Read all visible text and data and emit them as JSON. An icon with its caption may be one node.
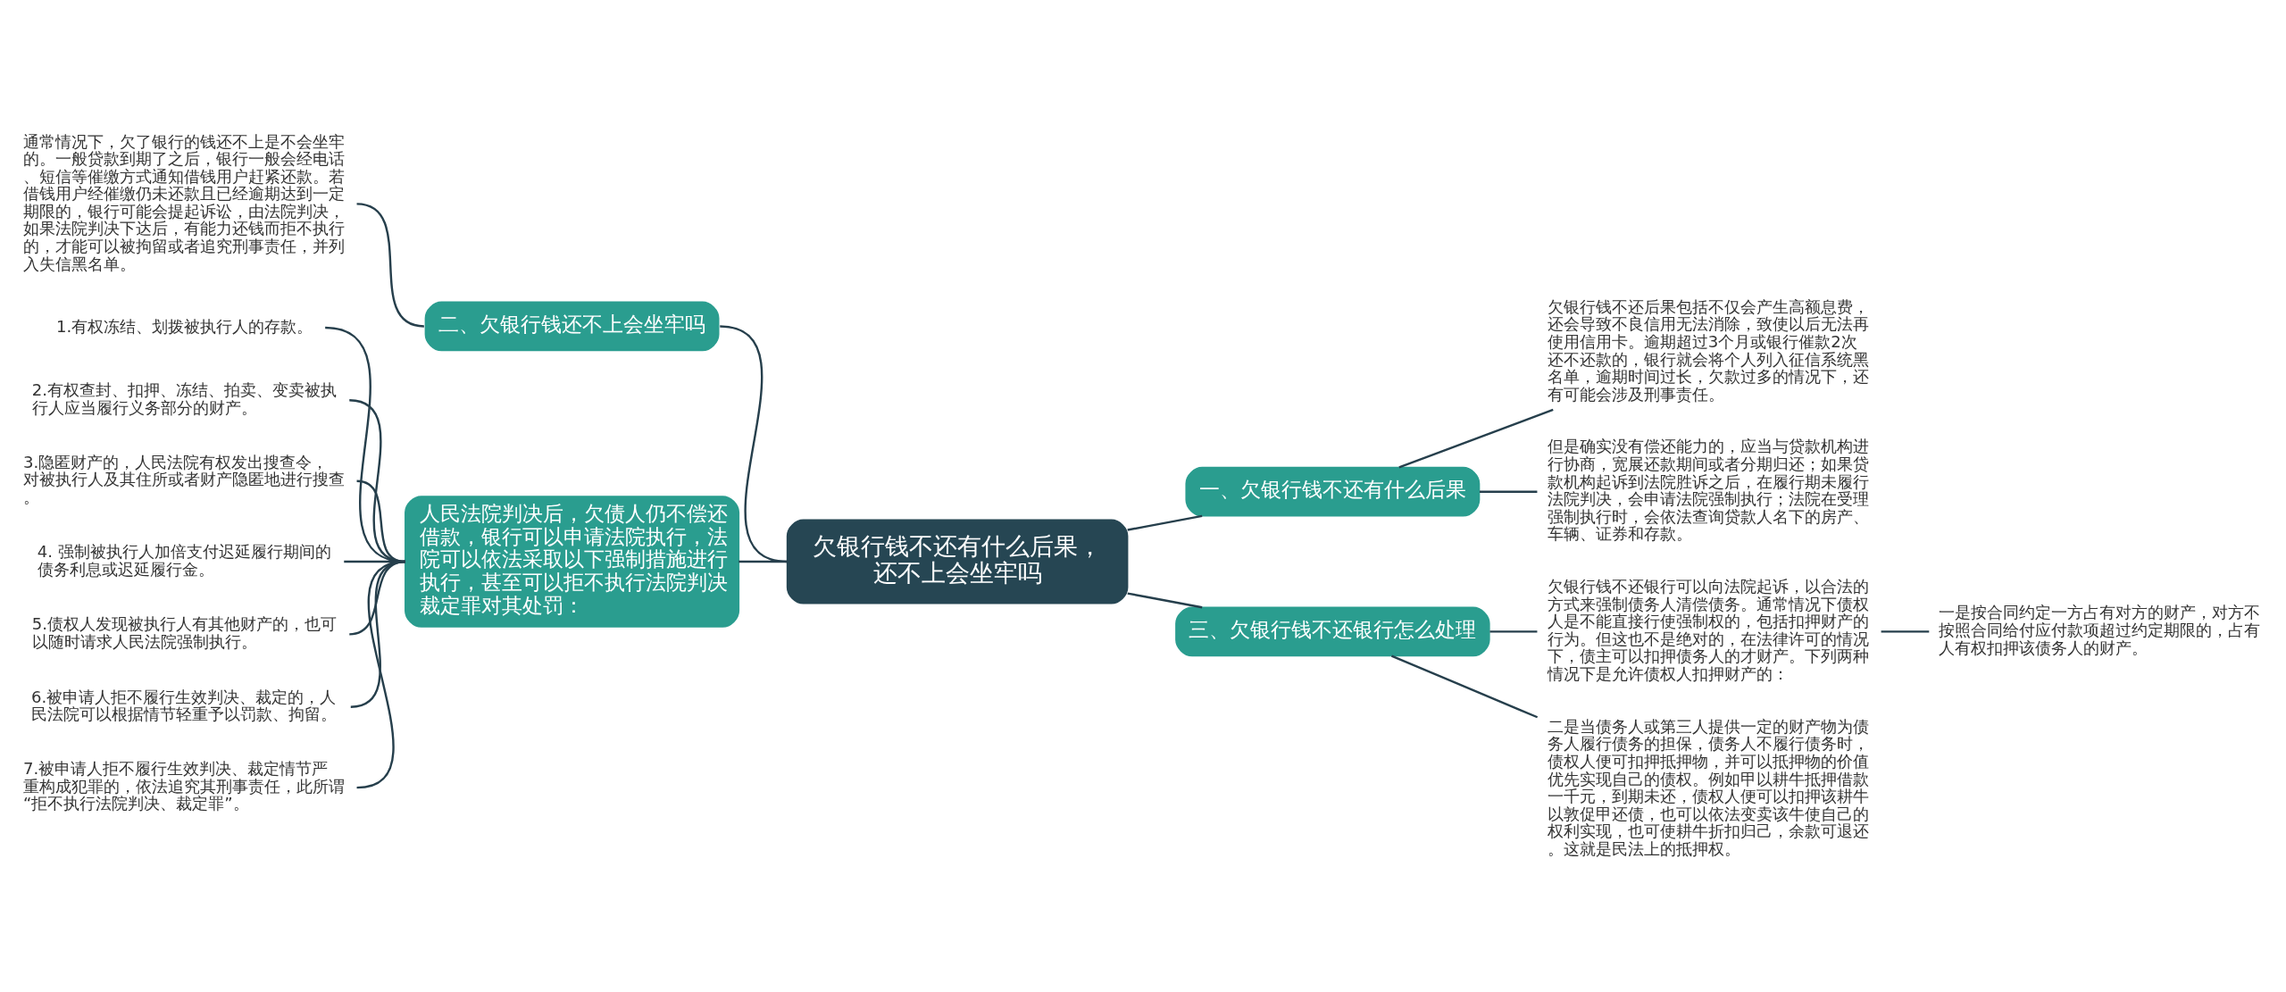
{
  "diagram": {
    "nodes": [
      {
        "text": [
          "欠银行钱不还有什么后果，还不上会坐牢吗"
        ]
      },
      {
        "text": [
          "一、欠银行钱不还有什么后果"
        ]
      },
      {
        "text": [
          "欠银行钱不还后果包括不仅会产生高额息费，还会导致不良信用无法消除，致使以后无法再使用信用卡。逾期超过3个月或银行催款2次还不还款的，银行就会将个人列入征信系统黑名单，逾期时间过长，欠款过多的情况下，还有可能会涉及刑事责任。"
        ]
      },
      {
        "text": [
          "但是确实没有偿还能力的，应当与贷款机构进行协商，宽展还款期间或者分期归还；如果贷款机构起诉到法院胜诉之后，在履行期未履行法院判决，会申请法院强制执行；法院在受理强制执行时，会依法查询贷款人名下的房产、车辆、证券和存款。"
        ]
      },
      {
        "text": [
          "二、欠银行钱还不上会坐牢吗"
        ]
      },
      {
        "text": [
          "通常情况下，欠了银行的钱还不上是不会坐牢的。一般贷款到期了之后，银行一般会经电话、短信等催缴方式通知借钱用户赶紧还款。若借钱用户经催缴仍未还款且已经逾期达到一定期限的，银行可能会提起诉讼，由法院判决，如果法院判决下达后，有能力还钱而拒不执行的，才能可以被拘留或者追究刑事责任，并列入失信黑名单。"
        ]
      },
      {
        "text": [
          "人民法院判决后，欠债人仍不偿还借款，银行可以申请法院执行，法院可以依法采取以下强制措施进行执行，甚至可以拒不执行法院判决裁定罪对其处罚："
        ]
      },
      {
        "text": [
          "1.有权冻结、划拨被执行人的存款。"
        ]
      },
      {
        "text": [
          "2.有权查封、扣押、冻结、拍卖、变卖被执行人应当履行义务部分的财产。"
        ]
      },
      {
        "text": [
          "3.隐匿财产的，人民法院有权发出搜查令，对被执行人及其住所或者财产隐匿地进行搜查。"
        ]
      },
      {
        "text": [
          "4. 强制被执行人加倍支付迟延履行期间的债务利息或迟延履行金。"
        ]
      },
      {
        "text": [
          "5.债权人发现被执行人有其他财产的，也可以随时请求人民法院强制执行。"
        ]
      },
      {
        "text": [
          "6.被申请人拒不履行生效判决、裁定的，人民法院可以根据情节轻重予以罚款、拘留。"
        ]
      },
      {
        "text": [
          "7.被申请人拒不履行生效判决、裁定情节严重构成犯罪的，依法追究其刑事责任，此所谓“拒不执行法院判决、裁定罪”。"
        ]
      },
      {
        "text": [
          "三、欠银行钱不还银行怎么处理"
        ]
      },
      {
        "text": [
          "欠银行钱不还银行可以向法院起诉，以合法的方式来强制债务人清偿债务。通常情况下债权人是不能直接行使强制权的，包括扣押财产的行为。但这也不是绝对的，在法律许可的情况下，债主可以扣押债务人的才财产。下列两种情况下是允许债权人扣押财产的："
        ]
      },
      {
        "text": [
          "二是当债务人或第三人提供一定的财产物为债务人履行债务的担保，债务人不履行债务时，债权人便可扣押抵押物，并可以抵押物的价值优先实现自己的债权。例如甲以耕牛抵押借款一千元，到期未还，债权人便可以扣押该耕牛以敦促甲还债，也可以依法变卖该牛使自己的权利实现，也可使耕牛折扣归己，余款可退还。这就是民法上的抵押权。"
        ]
      },
      {
        "text": [
          "一是按合同约定一方占有对方的财产，对方不按照合同给付应付款项超过约定期限的，占有人有权扣押该债务人的财产。"
        ]
      }
    ],
    "edges": [
      {
        "from": 0,
        "to": 1,
        "arrow": "none"
      },
      {
        "from": 1,
        "to": 2,
        "arrow": "none"
      },
      {
        "from": 1,
        "to": 3,
        "arrow": "none"
      },
      {
        "from": 0,
        "to": 4,
        "arrow": "none"
      },
      {
        "from": 4,
        "to": 5,
        "arrow": "none"
      },
      {
        "from": 0,
        "to": 6,
        "arrow": "none"
      },
      {
        "from": 6,
        "to": 7,
        "arrow": "none"
      },
      {
        "from": 6,
        "to": 8,
        "arrow": "none"
      },
      {
        "from": 6,
        "to": 9,
        "arrow": "none"
      },
      {
        "from": 6,
        "to": 10,
        "arrow": "none"
      },
      {
        "from": 6,
        "to": 11,
        "arrow": "none"
      },
      {
        "from": 6,
        "to": 12,
        "arrow": "none"
      },
      {
        "from": 6,
        "to": 13,
        "arrow": "none"
      },
      {
        "from": 0,
        "to": 14,
        "arrow": "none"
      },
      {
        "from": 14,
        "to": 15,
        "arrow": "none"
      },
      {
        "from": 14,
        "to": 16,
        "arrow": "none"
      },
      {
        "from": 15,
        "to": 17,
        "arrow": "none"
      }
    ]
  }
}
